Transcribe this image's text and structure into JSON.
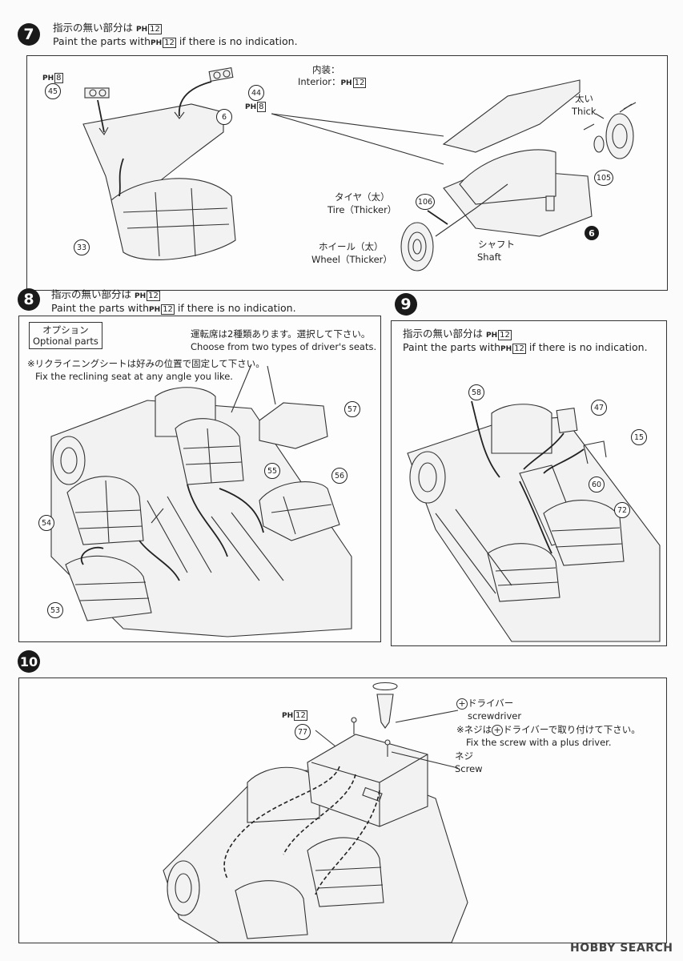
{
  "step7": {
    "number": "7",
    "instruction_jp": "指示の無い部分は",
    "instruction_en_pre": "Paint the parts with",
    "instruction_en_post": " if there is no indication.",
    "paint_code": "PH",
    "paint_num": "12",
    "paint_code_45": "PH",
    "paint_num_45": "8",
    "paint_code_44": "PH",
    "paint_num_44": "8",
    "interior_jp": "内装：",
    "interior_en": "Interior：",
    "interior_paint_code": "PH",
    "interior_paint_num": "12",
    "thick_jp": "太い",
    "thick_en": "Thick",
    "tire_jp": "タイヤ（太）",
    "tire_en": "Tire（Thicker）",
    "wheel_jp": "ホイール（太）",
    "wheel_en": "Wheel（Thicker）",
    "shaft_jp": "シャフト",
    "shaft_en": "Shaft",
    "parts": {
      "p45": "45",
      "p44": "44",
      "p6": "6",
      "p33": "33",
      "p105": "105",
      "p106": "106",
      "p6b": "6"
    }
  },
  "step8": {
    "number": "8",
    "instruction_jp": "指示の無い部分は",
    "instruction_en_pre": "Paint the parts with",
    "instruction_en_post": " if there is no indication.",
    "paint_code": "PH",
    "paint_num": "12",
    "option_jp": "オプション",
    "option_en": "Optional parts",
    "choose_jp": "運転席は2種類あります。選択して下さい。",
    "choose_en": "Choose from two types of driver's seats.",
    "recline_jp": "※リクライニングシートは好みの位置で固定して下さい。",
    "recline_en": "Fix the reclining seat at any angle you like.",
    "parts": {
      "p57": "57",
      "p55": "55",
      "p56": "56",
      "p54": "54",
      "p53": "53"
    }
  },
  "step9": {
    "number": "9",
    "instruction_jp": "指示の無い部分は",
    "instruction_en_pre": "Paint the parts with",
    "instruction_en_post": " if there is no indication.",
    "paint_code": "PH",
    "paint_num": "12",
    "parts": {
      "p58": "58",
      "p47": "47",
      "p15": "15",
      "p60": "60",
      "p72": "72"
    }
  },
  "step10": {
    "number": "10",
    "paint_code": "PH",
    "paint_num": "12",
    "driver_jp": "ドライバー",
    "driver_en": "screwdriver",
    "note_jp_pre": "※ネジは",
    "note_jp_post": "ドライバーで取り付けて下さい。",
    "note_en": "Fix the screw with a plus driver.",
    "screw_jp": "ネジ",
    "screw_en": "Screw",
    "parts": {
      "p77": "77"
    }
  },
  "watermark": "HOBBY SEARCH"
}
